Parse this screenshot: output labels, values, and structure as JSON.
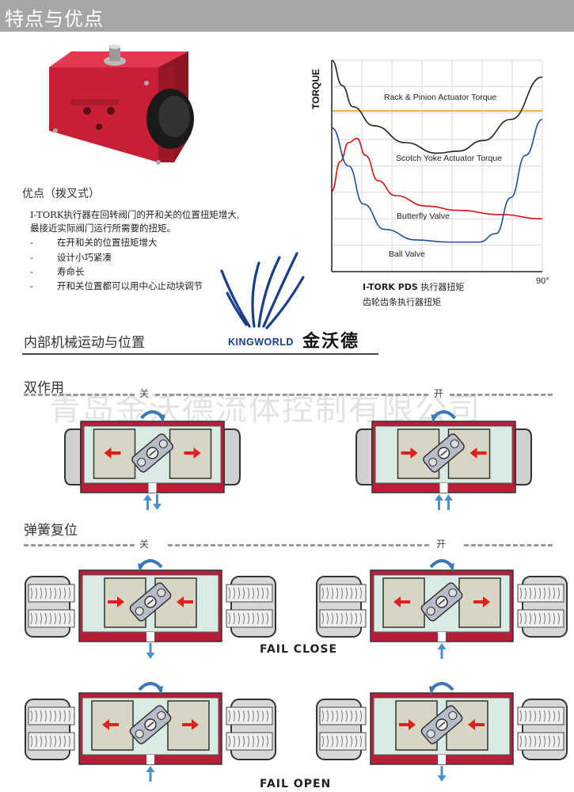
{
  "header": {
    "title": "特点与优点"
  },
  "advantages": {
    "title": "优点（拨叉式）",
    "desc_lines": [
      "I-TORK执行器在回转阀门的开和关的位置扭矩增大,",
      "最接近实际阀门运行所需要的扭矩。"
    ],
    "bullets": [
      {
        "dash": "-",
        "text": "在开和关的位置扭矩增大"
      },
      {
        "dash": "-",
        "text": "设计小巧紧凑"
      },
      {
        "dash": "-",
        "text": "寿命长"
      },
      {
        "dash": "-",
        "text": "开和关位置都可以用中心止动块调节"
      }
    ]
  },
  "chart_data": {
    "type": "line",
    "ylabel": "TORQUE",
    "x_tick_end": "90°",
    "grid": true,
    "series": [
      {
        "name": "Rack & Pinion Actuator Torque",
        "color": "#f0a020",
        "values": [
          [
            0,
            0.76
          ],
          [
            1,
            0.76
          ]
        ]
      },
      {
        "name": "Scotch Yoke Actuator Torque",
        "color": "#222222",
        "values": [
          [
            0,
            1.0
          ],
          [
            0.05,
            0.88
          ],
          [
            0.1,
            0.78
          ],
          [
            0.2,
            0.69
          ],
          [
            0.35,
            0.61
          ],
          [
            0.5,
            0.56
          ],
          [
            0.6,
            0.57
          ],
          [
            0.72,
            0.62
          ],
          [
            0.85,
            0.72
          ],
          [
            1,
            0.92
          ]
        ]
      },
      {
        "name": "Butterfly Valve",
        "color": "#dd1111",
        "values": [
          [
            0,
            0.38
          ],
          [
            0.04,
            0.52
          ],
          [
            0.08,
            0.61
          ],
          [
            0.12,
            0.63
          ],
          [
            0.16,
            0.55
          ],
          [
            0.22,
            0.43
          ],
          [
            0.3,
            0.36
          ],
          [
            0.45,
            0.31
          ],
          [
            0.6,
            0.29
          ],
          [
            0.8,
            0.27
          ],
          [
            1,
            0.25
          ]
        ]
      },
      {
        "name": "Ball Valve",
        "color": "#1a4fa0",
        "values": [
          [
            0,
            0.68
          ],
          [
            0.08,
            0.5
          ],
          [
            0.15,
            0.32
          ],
          [
            0.25,
            0.2
          ],
          [
            0.4,
            0.15
          ],
          [
            0.55,
            0.14
          ],
          [
            0.7,
            0.14
          ],
          [
            0.78,
            0.18
          ],
          [
            0.85,
            0.35
          ],
          [
            0.92,
            0.55
          ],
          [
            1,
            0.72
          ]
        ]
      }
    ],
    "captions": {
      "line1_bold": "I-TORK PDS",
      "line1_rest": " 执行器扭矩",
      "line2": "齿轮齿条执行器扭矩"
    }
  },
  "brand": {
    "en": "KINGWORLD",
    "cn": "金沃德",
    "wing_color": "#1a3e8c"
  },
  "internal_section": {
    "title": "内部机械运动与位置"
  },
  "watermark": "青岛金沃德流体控制有限公司",
  "double_acting": {
    "title": "双作用",
    "close_label": "关",
    "open_label": "开"
  },
  "spring_return": {
    "title": "弹簧复位",
    "close_label": "关",
    "open_label": "开",
    "fail_close": "FAIL CLOSE",
    "fail_open": "FAIL OPEN"
  },
  "colors": {
    "housing_red": "#b81e3a",
    "body": "#d8d5c4",
    "panel": "#d9ece4",
    "arrow_red": "#e02020",
    "arrow_blue": "#4a90d0"
  }
}
